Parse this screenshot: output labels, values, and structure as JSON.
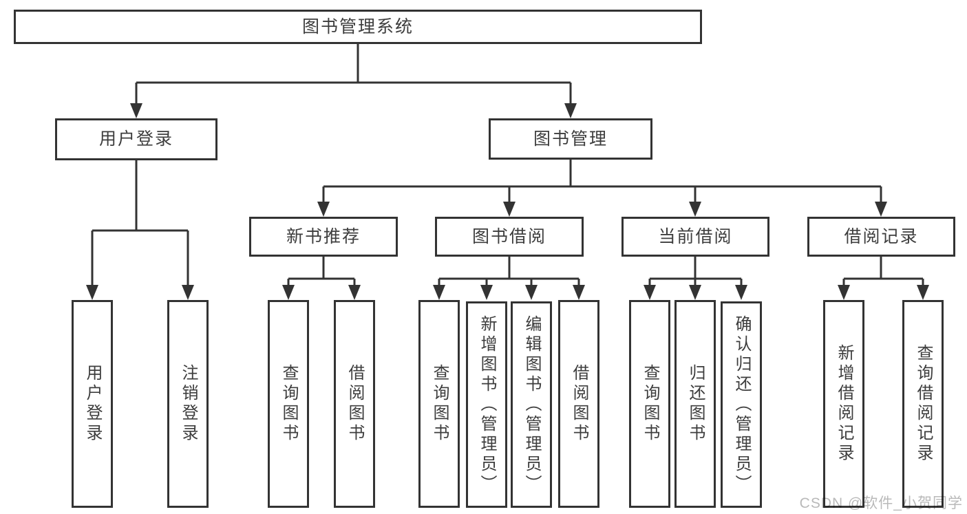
{
  "tree": {
    "root": {
      "label": "图书管理系统"
    },
    "level2": [
      {
        "label": "用户登录",
        "children": [
          {
            "label": "用户登录"
          },
          {
            "label": "注销登录"
          }
        ]
      },
      {
        "label": "图书管理",
        "children": [
          {
            "label": "新书推荐",
            "children": [
              {
                "label": "查询图书"
              },
              {
                "label": "借阅图书"
              }
            ]
          },
          {
            "label": "图书借阅",
            "children": [
              {
                "label": "查询图书"
              },
              {
                "label": "新增图书（管理员）"
              },
              {
                "label": "编辑图书（管理员）"
              },
              {
                "label": "借阅图书"
              }
            ]
          },
          {
            "label": "当前借阅",
            "children": [
              {
                "label": "查询图书"
              },
              {
                "label": "归还图书"
              },
              {
                "label": "确认归还（管理员）"
              }
            ]
          },
          {
            "label": "借阅记录",
            "children": [
              {
                "label": "新增借阅记录"
              },
              {
                "label": "查询借阅记录"
              }
            ]
          }
        ]
      }
    ]
  },
  "watermark": "CSDN @软件_小贺同学",
  "colors": {
    "line": "#333333",
    "box_border": "#333333",
    "box_fill": "#ffffff",
    "text": "#3d3d3d",
    "watermark": "#b9b9b9",
    "background": "#ffffff"
  }
}
